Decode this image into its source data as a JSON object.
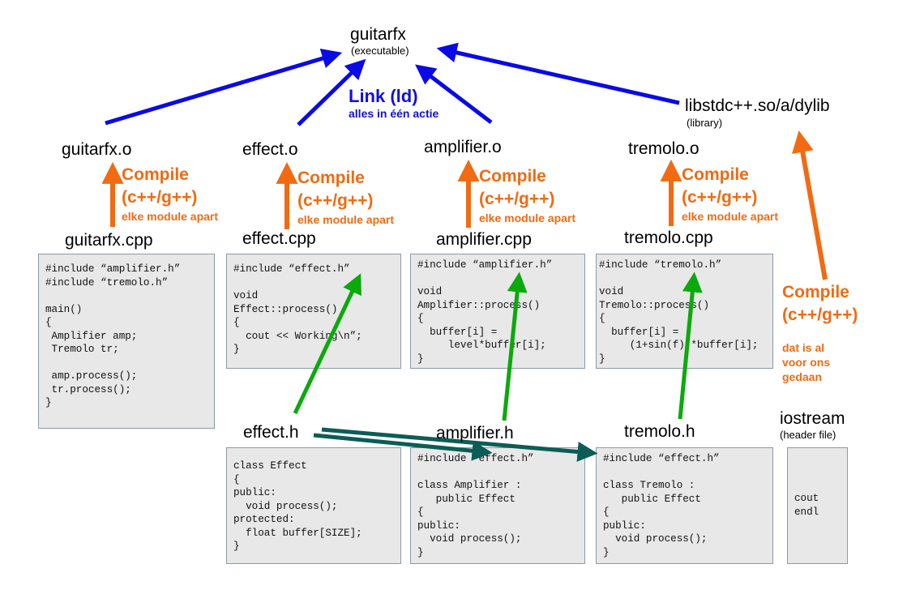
{
  "colors": {
    "link_arrow": "#0a0ae6",
    "compile_arrow": "#f26a12",
    "include_arrow": "#0aaa0a",
    "dep_arrow": "#0b5d55"
  },
  "top": {
    "title": "guitarfx",
    "subtitle": "(executable)"
  },
  "link": {
    "title": "Link (ld)",
    "subtitle": "alles in één actie"
  },
  "library": {
    "title": "libstdc++.so/a/dylib",
    "subtitle": "(library)"
  },
  "objects": [
    "guitarfx.o",
    "effect.o",
    "amplifier.o",
    "tremolo.o"
  ],
  "compile": {
    "title": "Compile",
    "cmd": "(c++/g++)",
    "note": "elke module apart"
  },
  "compile_lib": {
    "title": "Compile",
    "cmd": "(c++/g++)",
    "note_lines": [
      "dat is al",
      "voor ons",
      "gedaan"
    ]
  },
  "sources": [
    {
      "name": "guitarfx.cpp",
      "code": "#include “amplifier.h”\n#include “tremolo.h”\n\nmain()\n{\n Amplifier amp;\n Tremolo tr;\n\n amp.process();\n tr.process();\n}"
    },
    {
      "name": "effect.cpp",
      "code": "#include “effect.h”\n\nvoid\nEffect::process()\n{\n  cout << Working\\n”;\n}"
    },
    {
      "name": "amplifier.cpp",
      "code": "#include “amplifier.h”\n\nvoid\nAmplifier::process()\n{\n  buffer[i] =\n     level*buffer[i];\n}"
    },
    {
      "name": "tremolo.cpp",
      "code": "#include “tremolo.h”\n\nvoid\nTremolo::process()\n{\n  buffer[i] =\n     (1+sin(f))*buffer[i];\n}"
    }
  ],
  "headers": [
    {
      "name": "effect.h",
      "code": "class Effect\n{\npublic:\n  void process();\nprotected:\n  float buffer[SIZE];\n}"
    },
    {
      "name": "amplifier.h",
      "code": "#include “effect.h”\n\nclass Amplifier :\n   public Effect\n{\npublic:\n  void process();\n}"
    },
    {
      "name": "tremolo.h",
      "code": "#include “effect.h”\n\nclass Tremolo :\n   public Effect\n{\npublic:\n  void process();\n}"
    }
  ],
  "iostream": {
    "name": "iostream",
    "subtitle": "(header file)",
    "code": "cout\nendl"
  }
}
